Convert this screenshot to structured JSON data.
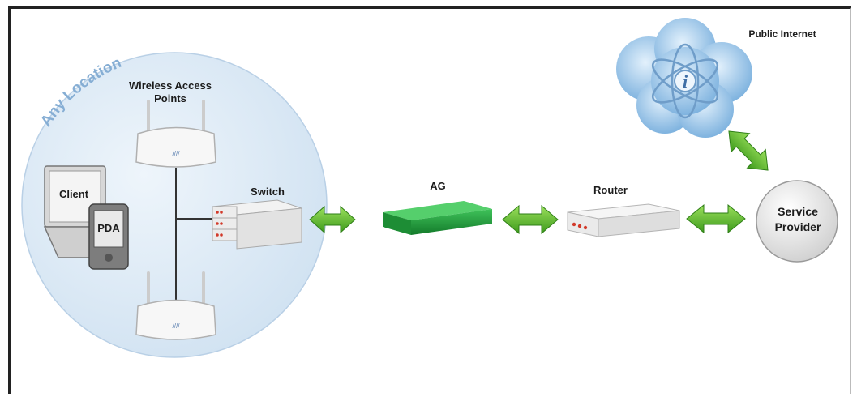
{
  "diagram": {
    "zone_label": "Any Location",
    "labels": {
      "wireless_access_points": "Wireless Access Points",
      "client": "Client",
      "pda": "PDA",
      "switch": "Switch",
      "ag": "AG",
      "router": "Router",
      "service_provider": "Service Provider",
      "public_internet": "Public Internet"
    },
    "colors": {
      "zone_fill": "#dbe9f5",
      "zone_text": "#7fa6cc",
      "arrow_green": "#5cb82c",
      "ag_green": "#1f9a3c",
      "cloud_blue": "#9cc4e8"
    },
    "icons": [
      "access-point-icon",
      "laptop-icon",
      "pda-icon",
      "switch-icon",
      "ag-device-icon",
      "router-icon",
      "cloud-icon"
    ]
  }
}
